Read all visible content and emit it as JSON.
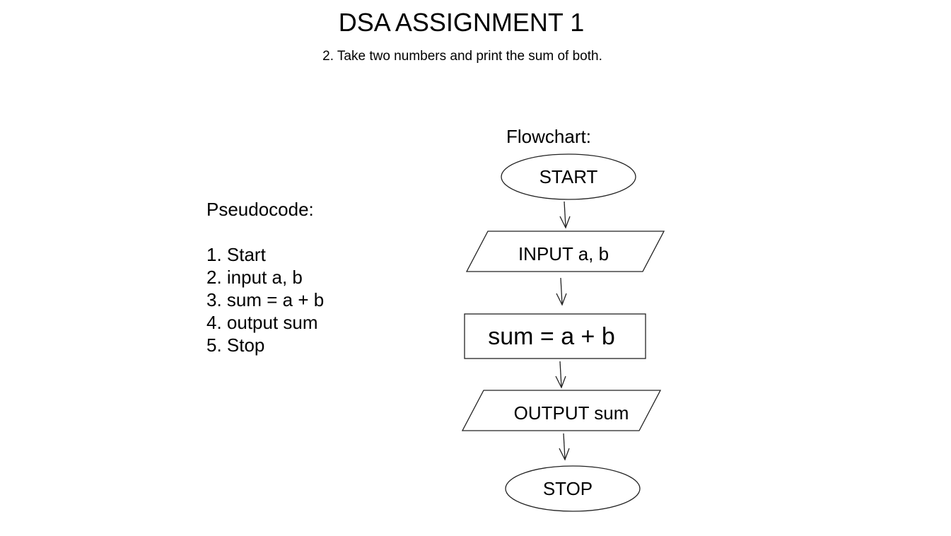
{
  "document": {
    "title": "DSA ASSIGNMENT 1",
    "question": "2. Take two numbers and print the sum of both."
  },
  "pseudocode": {
    "heading": "Pseudocode:",
    "steps": [
      "1. Start",
      "2. input a, b",
      "3. sum = a + b",
      "4. output sum",
      "5. Stop"
    ]
  },
  "flowchart": {
    "heading": "Flowchart:",
    "nodes": [
      {
        "id": "start",
        "shape": "terminator",
        "label": "START"
      },
      {
        "id": "input",
        "shape": "parallelogram",
        "label": "INPUT a, b"
      },
      {
        "id": "process",
        "shape": "rectangle",
        "label": "sum = a + b"
      },
      {
        "id": "output",
        "shape": "parallelogram",
        "label": "OUTPUT sum"
      },
      {
        "id": "stop",
        "shape": "terminator",
        "label": "STOP"
      }
    ],
    "edges": [
      {
        "from": "start",
        "to": "input"
      },
      {
        "from": "input",
        "to": "process"
      },
      {
        "from": "process",
        "to": "output"
      },
      {
        "from": "output",
        "to": "stop"
      }
    ]
  }
}
